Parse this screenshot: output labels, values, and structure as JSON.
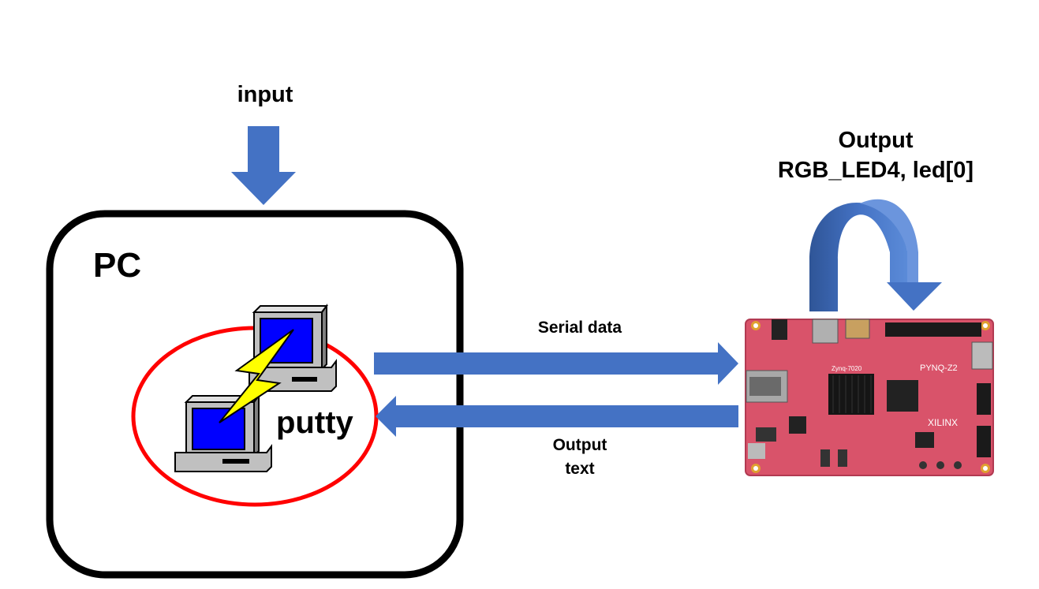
{
  "labels": {
    "input": "input",
    "output_title": "Output",
    "output_sub": "RGB_LED4, led[0]",
    "pc": "PC",
    "putty": "putty",
    "serial_data": "Serial data",
    "output_text": "Output\ntext"
  },
  "board": {
    "model_text": "PYNQ-Z2",
    "chip_text": "Zynq-7020",
    "brand_text": "XILINX"
  },
  "colors": {
    "arrow": "#4472C4",
    "arrow_dark": "#2F528F",
    "pc_box": "#000000",
    "putty_ring": "#FF0000",
    "board": "#D9536A",
    "screen": "#0000FF",
    "bolt": "#FFFF00"
  }
}
